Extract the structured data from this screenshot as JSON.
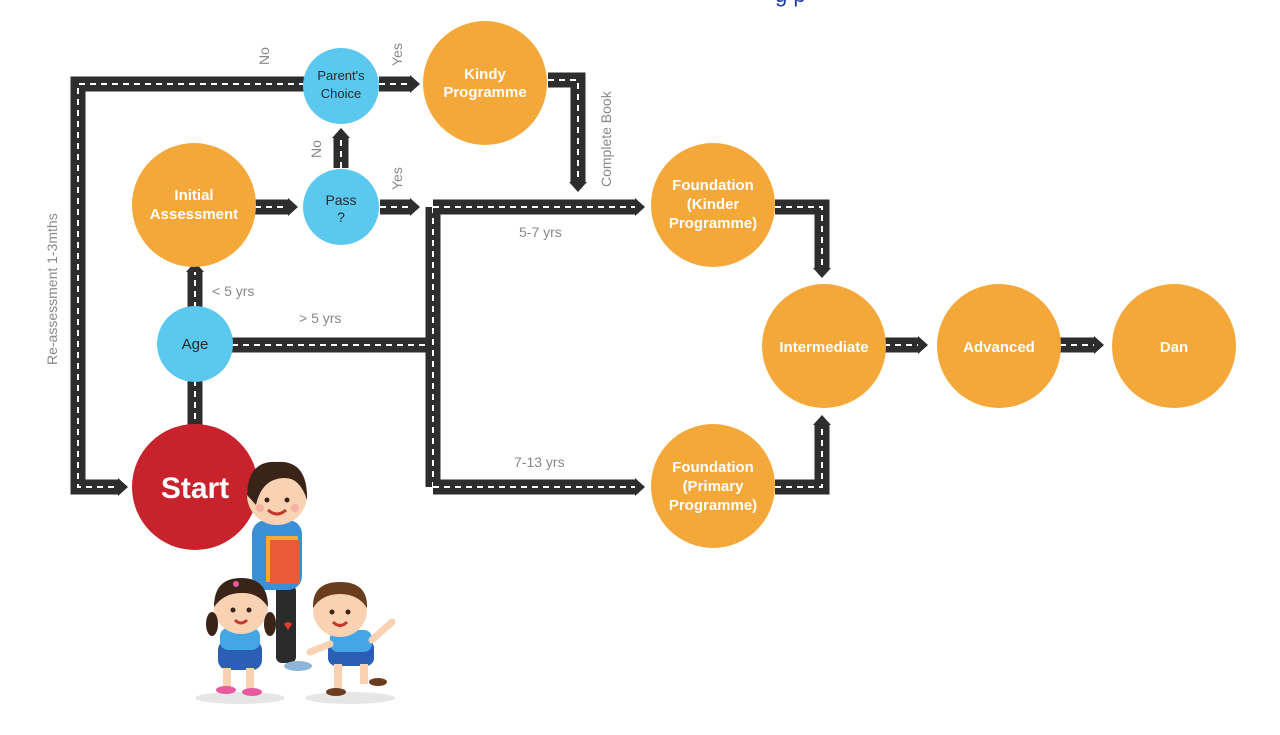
{
  "header": {
    "title_fragment": "g   p"
  },
  "colors": {
    "orange": "#f5a83a",
    "blue": "#5bc8f0",
    "red": "#c8232c",
    "road": "#2d2d2d",
    "label": "#888888"
  },
  "nodes": {
    "start": "Start",
    "age": "Age",
    "initial_assessment": [
      "Initial",
      "Assessment"
    ],
    "pass": [
      "Pass",
      "?"
    ],
    "parents_choice": [
      "Parent's",
      "Choice"
    ],
    "kindy": [
      "Kindy",
      "Programme"
    ],
    "foundation_kinder": [
      "Foundation",
      "(Kinder",
      "Programme)"
    ],
    "foundation_primary": [
      "Foundation",
      "(Primary",
      "Programme)"
    ],
    "intermediate": "Intermediate",
    "advanced": "Advanced",
    "dan": "Dan"
  },
  "labels": {
    "no_top": "No",
    "yes_top": "Yes",
    "no_mid": "No",
    "yes_mid": "Yes",
    "complete_book": "Complete Book",
    "reassessment": "Re-assessment 1-3mths",
    "under5": "< 5 yrs",
    "over5": "> 5 yrs",
    "age_5_7": "5-7 yrs",
    "age_7_13": "7-13 yrs"
  },
  "illustration": {
    "description_icon": "children-illustration"
  }
}
